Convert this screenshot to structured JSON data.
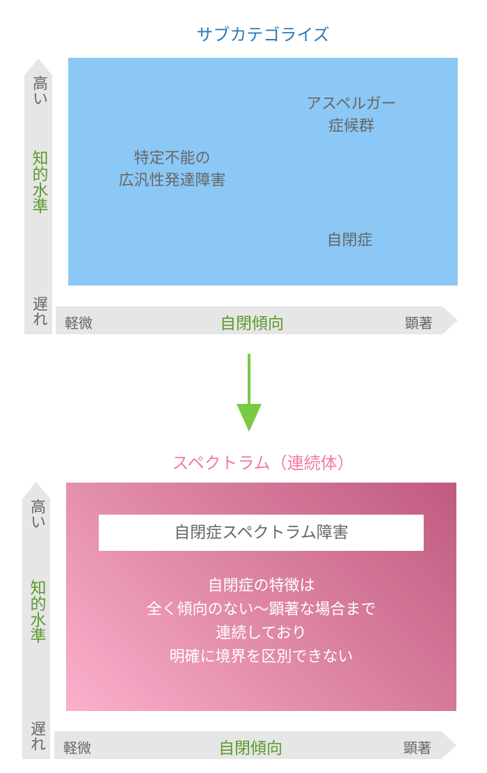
{
  "top": {
    "title": "サブカテゴライズ",
    "items": {
      "asperger": [
        "アスペルガー",
        "症候群"
      ],
      "pdd_nos": [
        "特定不能の",
        "広汎性発達障害"
      ],
      "autism": "自閉症"
    }
  },
  "bottom": {
    "title": "スペクトラム（連続体）",
    "box_title": "自閉症スペクトラム障害",
    "description": [
      "自閉症の特徴は",
      "全く傾向のない～顕著な場合まで",
      "連続しており",
      "明確に境界を区別できない"
    ]
  },
  "axes": {
    "y_label": "知的水準",
    "y_high": "高い",
    "y_low": "遅れ",
    "x_label": "自閉傾向",
    "x_low": "軽微",
    "x_high": "顕著"
  },
  "colors": {
    "blue_title": "#2a7ab8",
    "blue_box": "#8cc8f5",
    "pink_title": "#f07aa8",
    "green": "#5a9a2a",
    "arrow": "#7ac943"
  }
}
